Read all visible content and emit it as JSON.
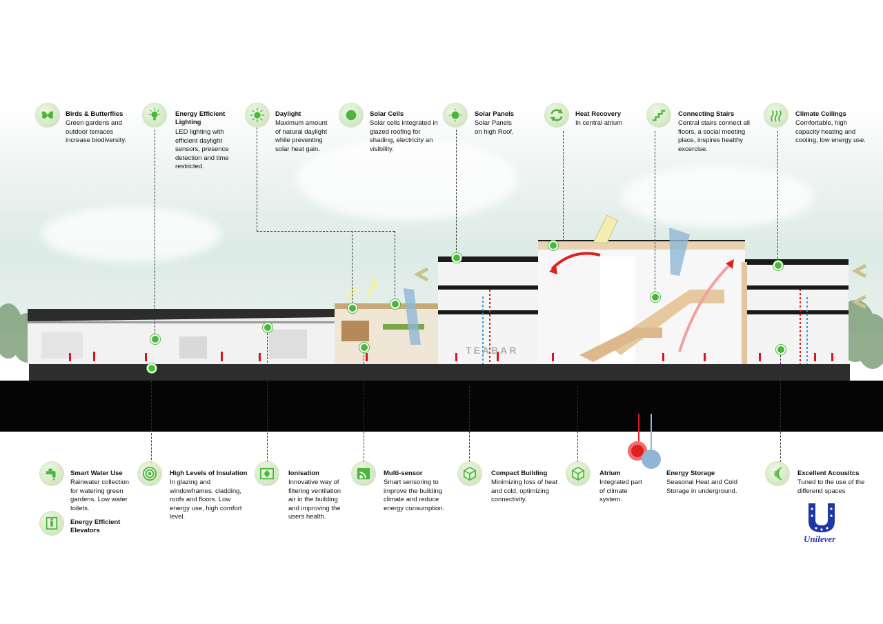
{
  "top_callouts": [
    {
      "id": "birds",
      "title": "Birds & Butterflies",
      "desc": "Green gardens and\noutdoor terraces\nincrease biodiversity.",
      "icon": "butterfly-icon"
    },
    {
      "id": "lighting",
      "title": "Energy Efficient\nLighting",
      "desc": "LED lighting with\nefficient daylight\nsensors, presence\ndetection and time\nrestricted.",
      "icon": "lightbulb-icon"
    },
    {
      "id": "daylight",
      "title": "Daylight",
      "desc": "Maximum amount\nof natural daylight\nwhile preventing\nsolar heat gain.",
      "icon": "sun-rays-icon"
    },
    {
      "id": "solarcells",
      "title": "Solar Cells",
      "desc": "Solar cells integrated in\nglazed roofing for\nshading, electricity an\nvisibility.",
      "icon": "sun-icon"
    },
    {
      "id": "solarpanels",
      "title": "Solar Panels",
      "desc": "Solar Panels\non high Roof.",
      "icon": "sun-panel-icon"
    },
    {
      "id": "heat",
      "title": "Heat Recovery",
      "desc": "In central atrium",
      "icon": "recycle-arrows-icon"
    },
    {
      "id": "stairs",
      "title": "Connecting Stairs",
      "desc": "Central stairs connect all\nfloors, a social meeting\nplace, inspires healthy\nexcercise.",
      "icon": "stairs-icon"
    },
    {
      "id": "climate",
      "title": "Climate Ceilings",
      "desc": "Comfortable, high\ncapacity heating and\ncooling, low energy use.",
      "icon": "heat-waves-icon"
    }
  ],
  "bottom_callouts": [
    {
      "id": "water",
      "title": "Smart Water Use",
      "desc": "Rainwater collection\nfor watering green\ngardens. Low water\ntoilets.",
      "icon": "tap-icon"
    },
    {
      "id": "elevators",
      "title": "Energy Efficient\nElevators",
      "desc": "",
      "icon": "elevator-icon"
    },
    {
      "id": "insulation",
      "title": "High Levels of Insulation",
      "desc": "In glazing and\nwindowframes. cladding,\nroofs and floors. Low\nenergy use, high comfort\nlevel.",
      "icon": "target-icon"
    },
    {
      "id": "ionisation",
      "title": "Ionisation",
      "desc": "Innovative way of\nfiltering ventilation\nair in the building\nand improving the\nusers health.",
      "icon": "filter-icon"
    },
    {
      "id": "sensor",
      "title": "Multi-sensor",
      "desc": "Smart sensoring to\nimprove the building\nclimate and reduce\nenergy consumption.",
      "icon": "wifi-sensor-icon"
    },
    {
      "id": "compact",
      "title": "Compact Building",
      "desc": "Minimizing loss of heat\nand cold, optimizing\nconnectivity.",
      "icon": "cube-icon"
    },
    {
      "id": "atrium",
      "title": "Atrium",
      "desc": "Integrated part\nof climate\nsystem.",
      "icon": "cube-open-icon"
    },
    {
      "id": "storage",
      "title": "Energy Storage",
      "desc": "Seasonal Heat and Cold\nStorage in underground.",
      "icon": "storage-tanks-icon"
    },
    {
      "id": "acoustics",
      "title": "Excellent Acousitcs",
      "desc": "Tuned to the use of the\ndifferend spaces",
      "icon": "sound-waves-icon"
    }
  ],
  "section": {
    "bar_sign": "TEABAR"
  },
  "brand": {
    "name": "Unilever",
    "logo_icon": "unilever-logo-icon"
  },
  "colors": {
    "accent_green": "#4ab63c",
    "arrow_red": "#e0201e",
    "airflow_blue": "#8fb6d6",
    "sun_yellow": "#f3eeb0"
  }
}
